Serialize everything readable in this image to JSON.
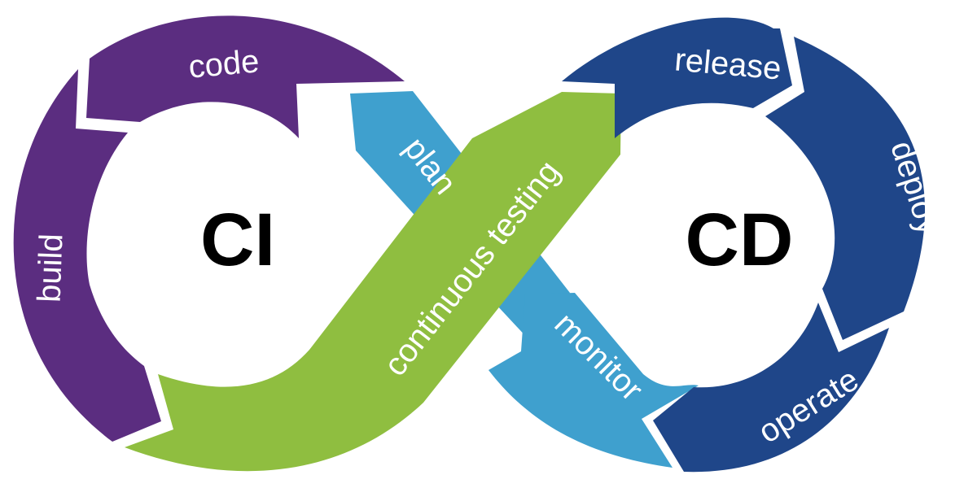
{
  "diagram": {
    "title": "CI/CD infinity loop",
    "ci_label": "CI",
    "cd_label": "CD",
    "colors": {
      "purple": "#5b2d80",
      "green": "#8fbe40",
      "light_blue": "#3fa0ce",
      "dark_blue": "#1f4689",
      "text_on_shape": "#ffffff",
      "center_text": "#000000"
    },
    "segments": [
      {
        "id": "code",
        "label": "code",
        "loop": "CI",
        "color": "purple"
      },
      {
        "id": "build",
        "label": "build",
        "loop": "CI",
        "color": "purple"
      },
      {
        "id": "continuous-testing",
        "label": "continuous testing",
        "loop": "CI",
        "color": "green"
      },
      {
        "id": "release",
        "label": "release",
        "loop": "CD",
        "color": "dark_blue"
      },
      {
        "id": "deploy",
        "label": "deploy",
        "loop": "CD",
        "color": "dark_blue"
      },
      {
        "id": "operate",
        "label": "operate",
        "loop": "CD",
        "color": "dark_blue"
      },
      {
        "id": "monitor",
        "label": "monitor",
        "loop": "CD",
        "color": "light_blue"
      },
      {
        "id": "plan",
        "label": "plan",
        "loop": "CD",
        "color": "light_blue"
      }
    ]
  }
}
